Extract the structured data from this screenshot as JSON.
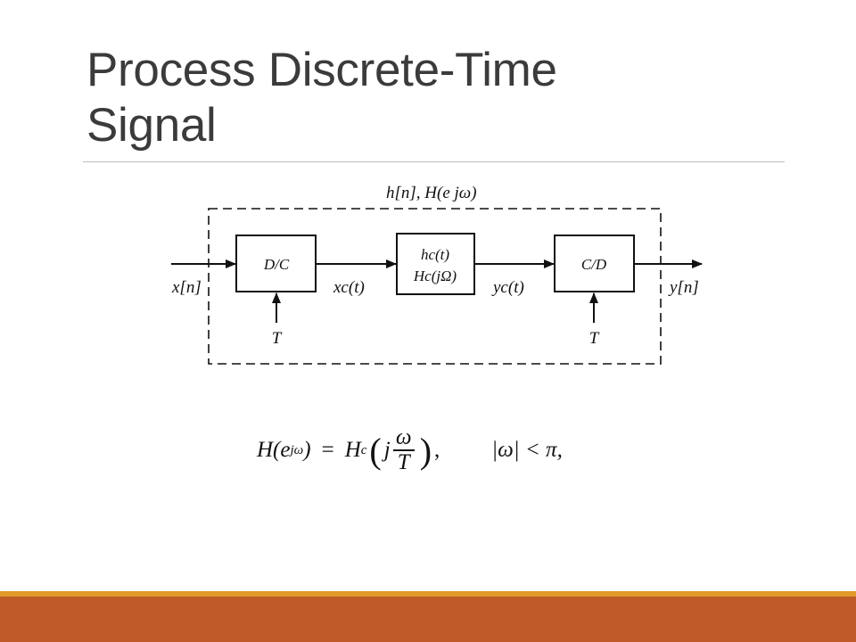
{
  "slide": {
    "title_line1": "Process Discrete-Time",
    "title_line2": "Signal"
  },
  "diagram": {
    "system_label": "h[n], H(e jω)",
    "input_signal": "x[n]",
    "output_signal": "y[n]",
    "blocks": {
      "dc": "D/C",
      "filter_line1": "hc(t)",
      "filter_line2": "Hc(jΩ)",
      "cd": "C/D"
    },
    "intermediate": {
      "xc": "xc(t)",
      "yc": "yc(t)"
    },
    "sampling_period_left": "T",
    "sampling_period_right": "T"
  },
  "formula": {
    "lhs_H": "H(e",
    "lhs_exp": "jω",
    "lhs_close": ")",
    "eq": "=",
    "rhs_H": "H",
    "rhs_sub": "c",
    "rhs_j": "j",
    "frac_num": "ω",
    "frac_den": "T",
    "comma": ",",
    "condition": "|ω| < π,"
  },
  "colors": {
    "title": "#3b3b3b",
    "accent_band": "#e19a2a",
    "footer_band": "#bf5a28"
  }
}
